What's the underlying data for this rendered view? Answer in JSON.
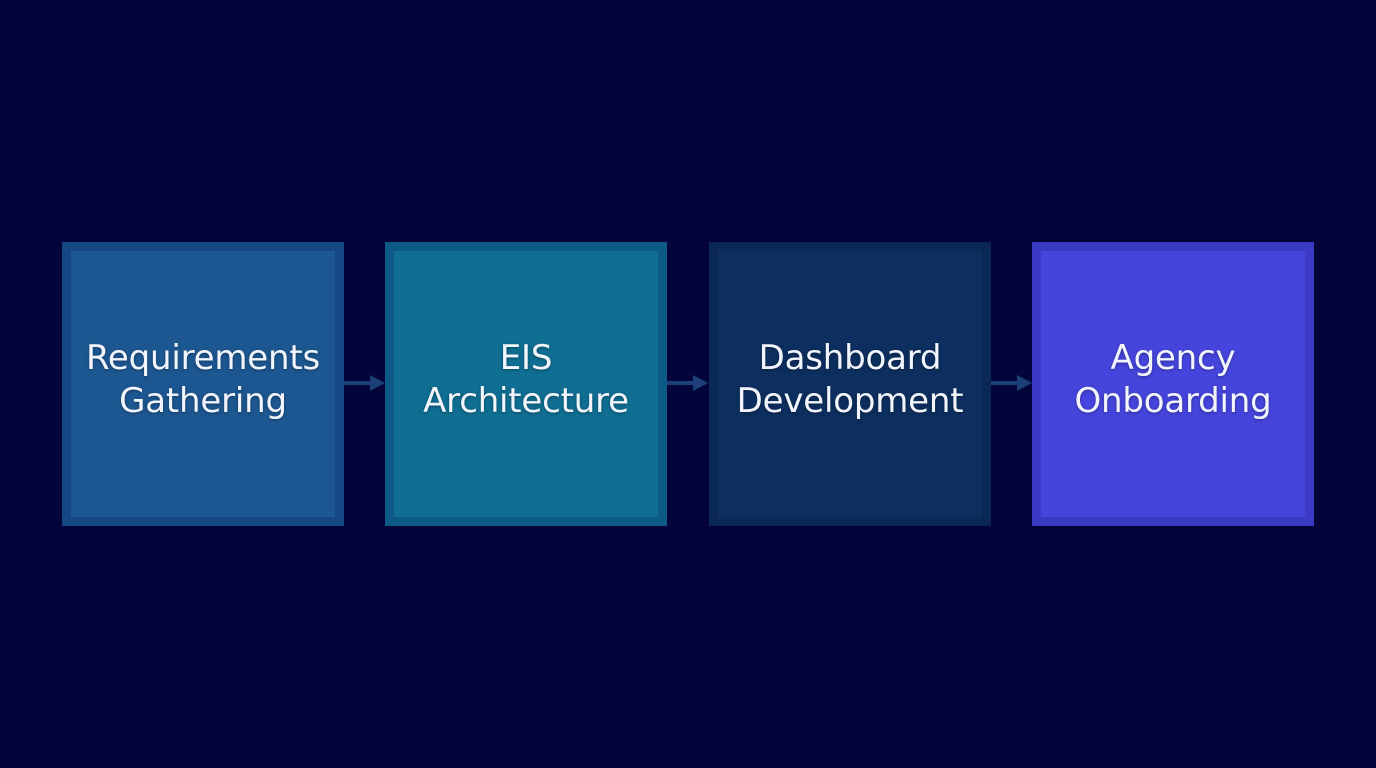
{
  "diagram": {
    "background": "#03053a",
    "arrow_color": "#1c3f78",
    "steps": [
      {
        "lines": [
          "Requirements",
          "Gathering"
        ],
        "fill": "#1d5791",
        "border": "#154784"
      },
      {
        "lines": [
          "EIS",
          "Architecture"
        ],
        "fill": "#0f6e92",
        "border": "#0d5a86"
      },
      {
        "lines": [
          "Dashboard",
          "Development"
        ],
        "fill": "#0d2f5f",
        "border": "#0b2754"
      },
      {
        "lines": [
          "Agency",
          "Onboarding"
        ],
        "fill": "#4545dd",
        "border": "#3a3ac4"
      }
    ]
  }
}
